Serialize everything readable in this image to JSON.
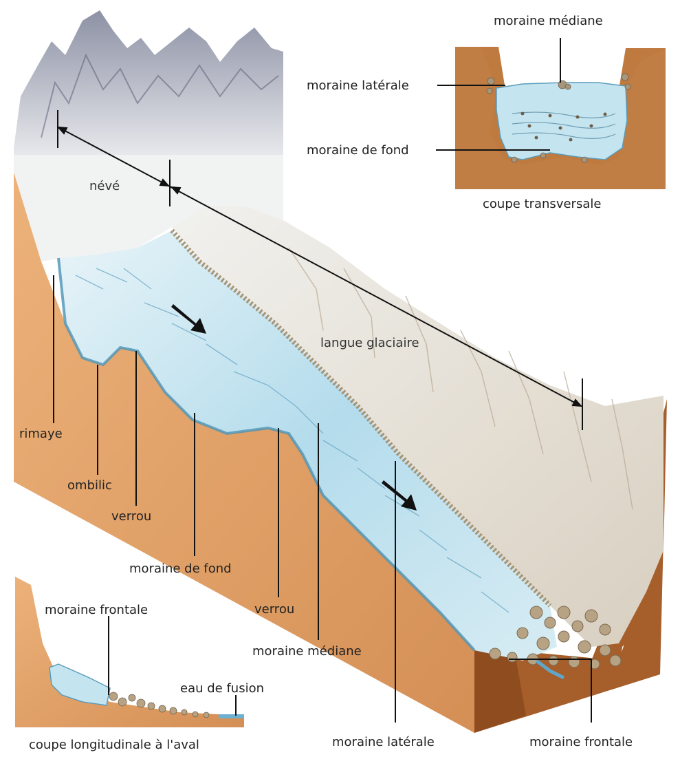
{
  "colors": {
    "rock": "#b9713a",
    "rock_light": "#e2a66f",
    "ice": "#bfe2ef",
    "ice_dark": "#4c93b5",
    "snow": "#f2f3f2",
    "moraine": "#a89372",
    "leader": "#111111"
  },
  "labels": {
    "neve": "névé",
    "langue_glaciaire": "langue glaciaire",
    "rimaye": "rimaye",
    "ombilic": "ombilic",
    "verrou_1": "verrou",
    "moraine_de_fond": "moraine de fond",
    "verrou_2": "verrou",
    "moraine_mediane": "moraine médiane",
    "moraine_laterale": "moraine latérale",
    "moraine_frontale": "moraine frontale"
  },
  "cross_section": {
    "moraine_mediane": "moraine médiane",
    "moraine_laterale": "moraine latérale",
    "moraine_de_fond": "moraine de fond",
    "caption": "coupe transversale"
  },
  "long_section": {
    "moraine_frontale": "moraine frontale",
    "eau_de_fusion": "eau de fusion",
    "caption": "coupe longitudinale à l'aval"
  }
}
